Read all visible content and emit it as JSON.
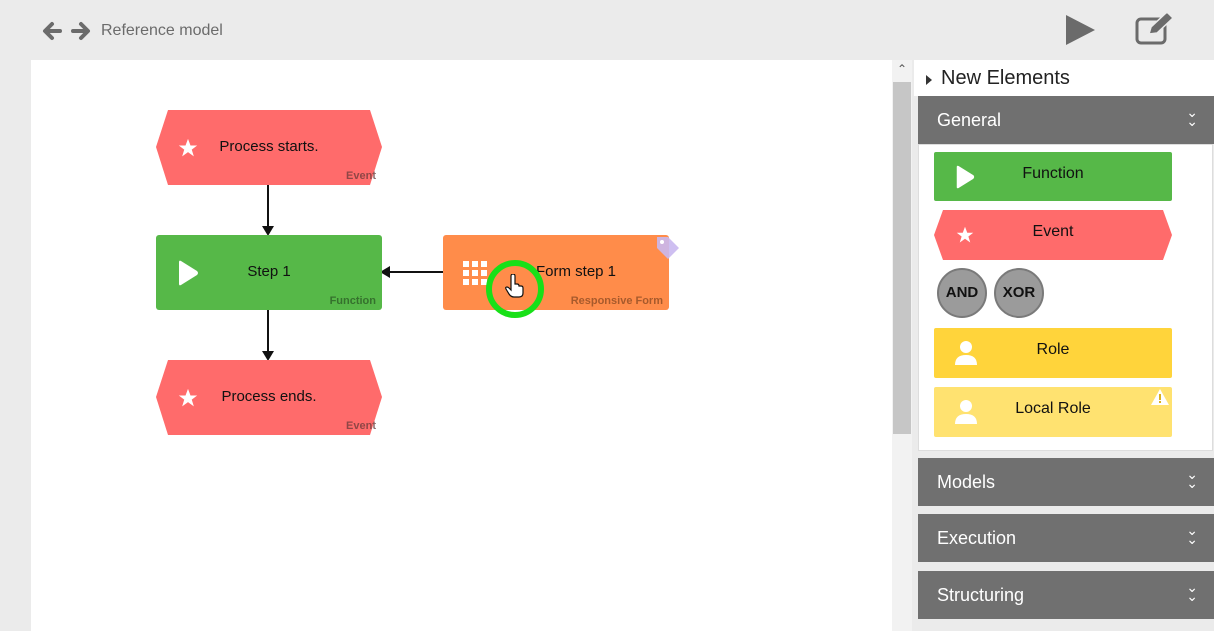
{
  "header": {
    "back_icon": "arrow-left-icon",
    "forward_icon": "arrow-right-icon",
    "breadcrumb": "Reference model",
    "run_icon": "play-icon",
    "edit_icon": "edit-icon"
  },
  "canvas": {
    "nodes": [
      {
        "id": "process-starts",
        "label": "Process starts.",
        "type": "Event",
        "color": "#ff6b6b",
        "icon": "star-icon"
      },
      {
        "id": "step-1",
        "label": "Step 1",
        "type": "Function",
        "color": "#56b848",
        "icon": "play-icon"
      },
      {
        "id": "form-step-1",
        "label": "Form step 1",
        "type": "Responsive Form",
        "color": "#ff8c4a",
        "icon": "grid-icon",
        "badge_icon": "tag-icon"
      },
      {
        "id": "process-ends",
        "label": "Process ends.",
        "type": "Event",
        "color": "#ff6b6b",
        "icon": "star-icon"
      }
    ]
  },
  "panel": {
    "title": "New Elements",
    "sections": {
      "general": "General",
      "models": "Models",
      "execution": "Execution",
      "structuring": "Structuring"
    },
    "palette": {
      "function": "Function",
      "event": "Event",
      "and": "AND",
      "xor": "XOR",
      "role": "Role",
      "local_role": "Local Role"
    }
  },
  "colors": {
    "event": "#ff6b6b",
    "function": "#56b848",
    "form": "#ff8c4a",
    "role": "#ffd43b",
    "local_role": "#ffe270",
    "section": "#707070",
    "cursor_ring": "#18e018"
  }
}
